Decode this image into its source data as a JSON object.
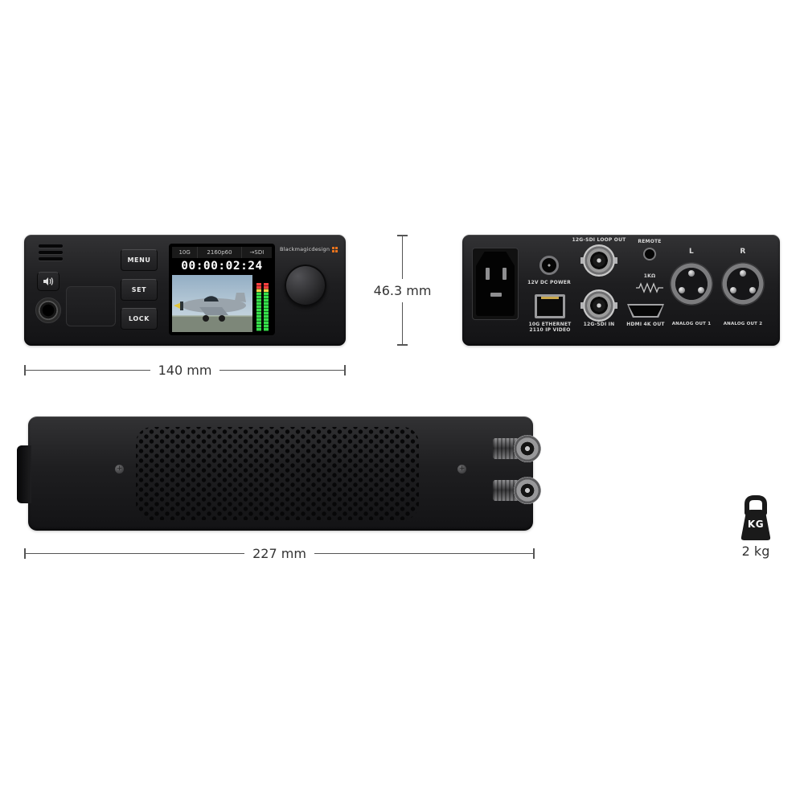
{
  "colors": {
    "brand_orange": "#e8731d",
    "meter_green": "#35e04a",
    "meter_red": "#ff4040",
    "device_body": "#1d1d1f"
  },
  "front": {
    "buttons": [
      {
        "label": "MENU"
      },
      {
        "label": "SET"
      },
      {
        "label": "LOCK"
      }
    ],
    "screen": {
      "status_link": "10G",
      "status_format": "2160p60",
      "status_input_icon": "→",
      "status_input": "SDI",
      "timecode": "00:00:02:24"
    },
    "brand": "Blackmagicdesign",
    "width_dim": "140 mm"
  },
  "rear": {
    "height_dim": "46.3 mm",
    "dc_power_label": "12V DC POWER",
    "ethernet_label_line1": "10G ETHERNET",
    "ethernet_label_line2": "2110 IP VIDEO",
    "sdi_loop_out_label": "12G-SDI LOOP OUT",
    "sdi_in_label": "12G-SDI IN",
    "remote_label": "REMOTE",
    "resistor_label": "1KΩ",
    "hdmi_label": "HDMI 4K OUT",
    "xlr_left_label": "L",
    "xlr_right_label": "R",
    "analog_out_1_label": "ANALOG OUT 1",
    "analog_out_2_label": "ANALOG OUT 2"
  },
  "top": {
    "depth_dim": "227 mm"
  },
  "weight": {
    "unit": "KG",
    "value": "2 kg"
  }
}
